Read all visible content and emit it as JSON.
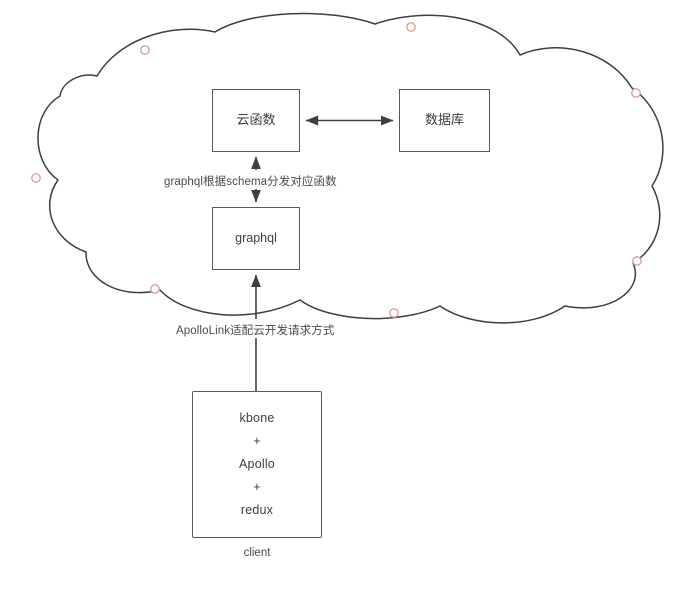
{
  "diagram": {
    "title": "Cloud development GraphQL architecture",
    "type": "flow-diagram",
    "colors": {
      "stroke": "#555a5f",
      "cloud_stroke": "#3f3f3f",
      "handle_stroke": "#d9a39c",
      "handle_fill": "#ffffff",
      "text": "#3d3d3d",
      "background": "#ffffff"
    },
    "cloud": {
      "name": "cloud-boundary",
      "handle_count": 8
    },
    "nodes": {
      "cloud_function": {
        "label": "云函数"
      },
      "database": {
        "label": "数据库"
      },
      "graphql": {
        "label": "graphql"
      },
      "client": {
        "lines": [
          "kbone",
          "+",
          "Apollo",
          "+",
          "redux"
        ],
        "caption": "client"
      }
    },
    "edges": {
      "function_database": {
        "label": "",
        "arrow": "double"
      },
      "graphql_function": {
        "label": "graphql根据schema分发对应函数",
        "arrow": "double"
      },
      "client_graphql": {
        "label": "ApolloLink适配云开发请求方式",
        "arrow": "single-up"
      }
    }
  }
}
